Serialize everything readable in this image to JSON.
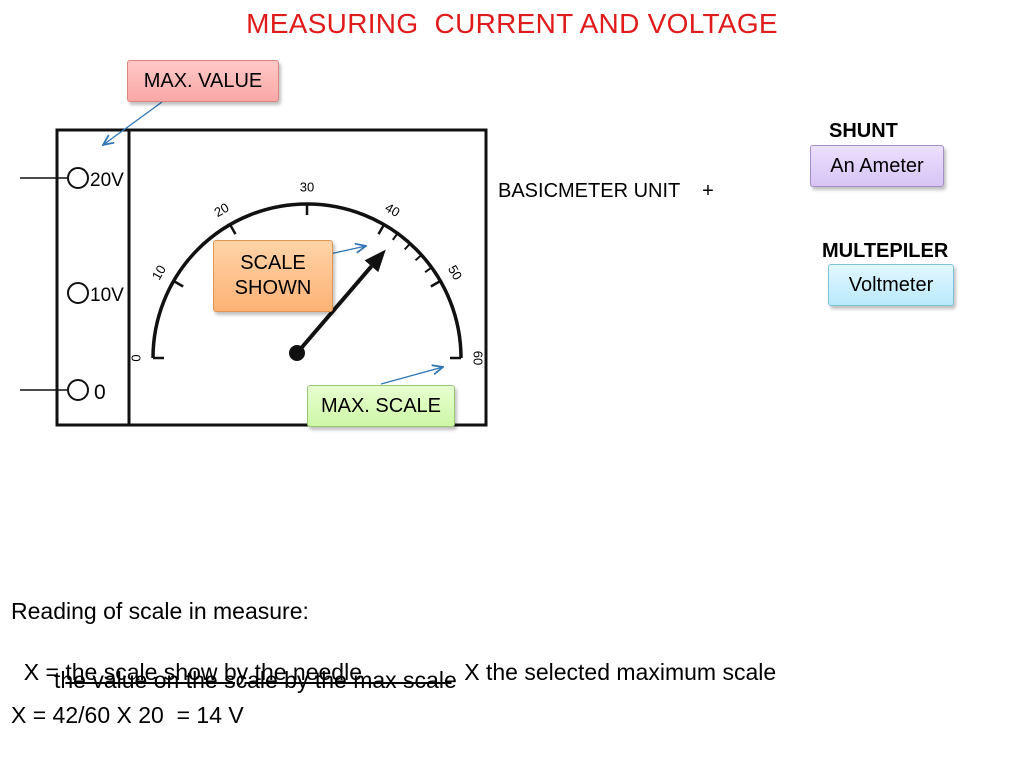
{
  "title": "MEASURING  CURRENT AND VOLTAGE",
  "callouts": {
    "max_value": "MAX. VALUE",
    "scale_shown": "SCALE\nSHOWN",
    "max_scale": "MAX. SCALE",
    "ammeter": "An Ameter",
    "voltmeter": "Voltmeter"
  },
  "labels": {
    "shunt": "SHUNT",
    "multiplier": "MULTEPILER",
    "basic_meter": "BASICMETER UNIT    +"
  },
  "meter": {
    "terminals": [
      "20V",
      "10V",
      "0"
    ],
    "scale_ticks": [
      "0",
      "10",
      "20",
      "30",
      "40",
      "50",
      "60"
    ],
    "scale_max": 60,
    "needle_reading": 42
  },
  "formula": {
    "line1": "Reading of scale in measure:",
    "line2_prefix": "X = ",
    "line2_numerator": "the scale show by the needle              ",
    "line2_suffix": "  X the selected maximum scale",
    "line3": "the value on the scale by the max scale",
    "line4": "X = 42/60 X 20  = 14 V"
  },
  "colors": {
    "title": "#e01b1b",
    "arrow": "#2e75b6"
  }
}
